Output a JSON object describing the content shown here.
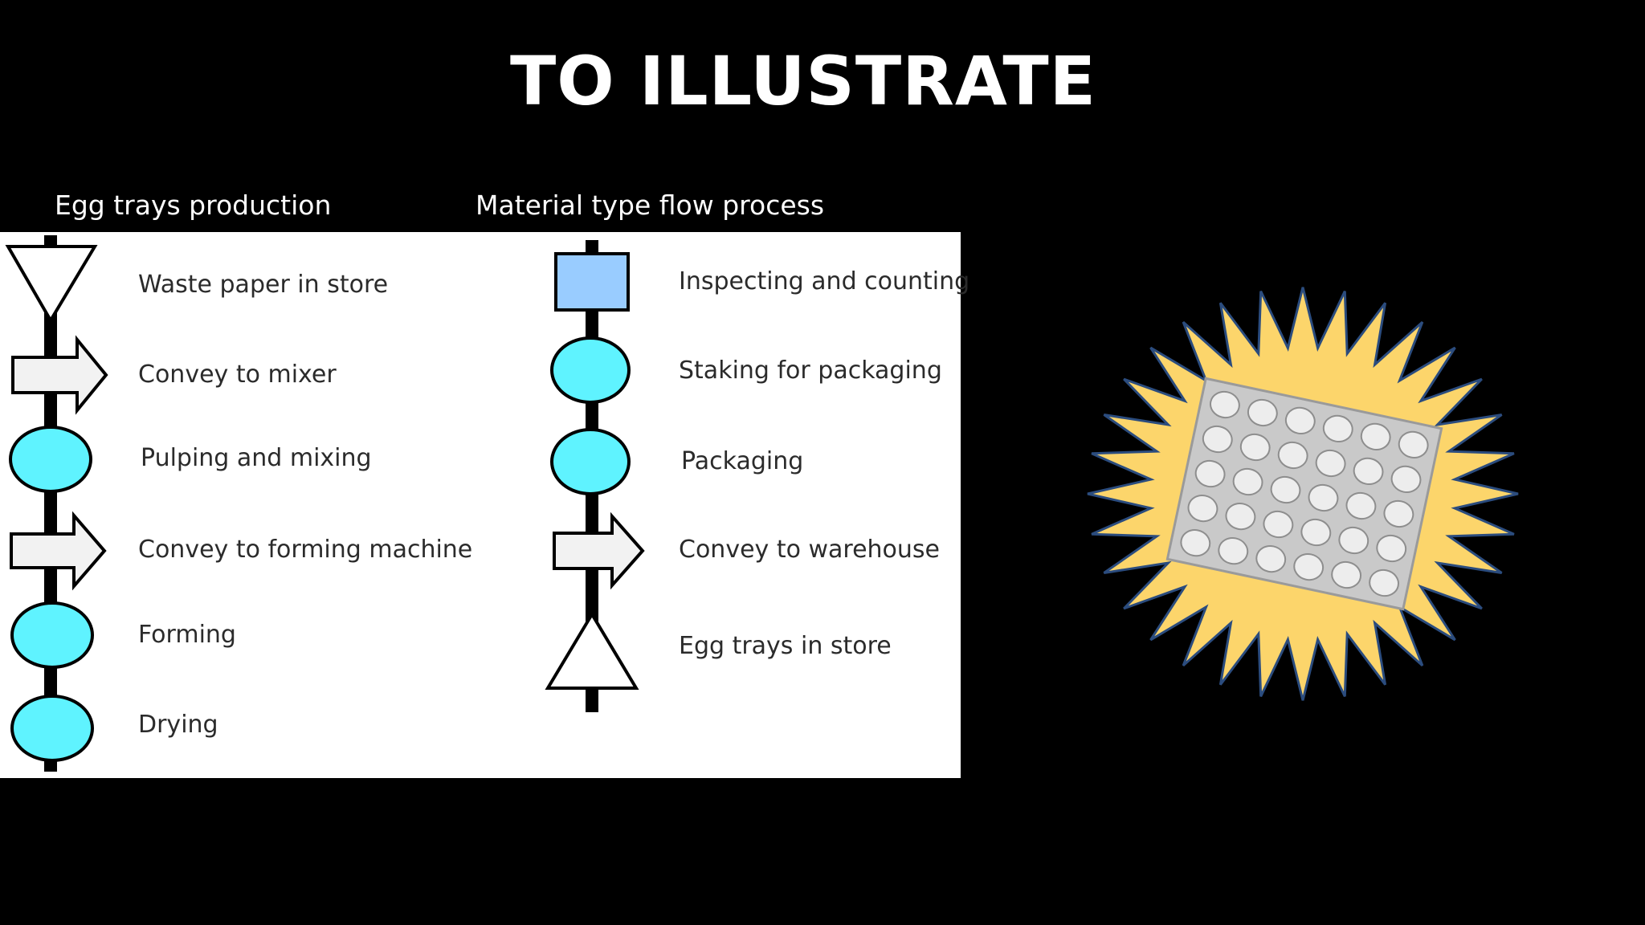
{
  "slide": {
    "title": "TO ILLUSTRATE"
  },
  "captions": {
    "left": "Egg trays production",
    "right": "Material type flow process"
  },
  "colors": {
    "operation": "#5ff3ff",
    "inspection": "#99ccff",
    "transport": "#f2f2f2",
    "burst": "#fcd56b",
    "burst_outline": "#2b4c7e"
  },
  "flow": {
    "left": [
      {
        "label": "Waste paper in store",
        "symbol": "storage-triangle-down"
      },
      {
        "label": "Convey to mixer",
        "symbol": "transport-arrow"
      },
      {
        "label": "Pulping and mixing",
        "symbol": "operation-circle"
      },
      {
        "label": "Convey to forming machine",
        "symbol": "transport-arrow"
      },
      {
        "label": "Forming",
        "symbol": "operation-circle"
      },
      {
        "label": "Drying",
        "symbol": "operation-circle"
      }
    ],
    "right": [
      {
        "label": "Inspecting and counting",
        "symbol": "inspection-square"
      },
      {
        "label": "Staking for packaging",
        "symbol": "operation-circle"
      },
      {
        "label": "Packaging",
        "symbol": "operation-circle"
      },
      {
        "label": "Convey to warehouse",
        "symbol": "transport-arrow"
      },
      {
        "label": "Egg trays in store",
        "symbol": "storage-triangle-up"
      }
    ]
  },
  "image": {
    "subject": "egg-tray-photo",
    "frame": "starburst"
  }
}
